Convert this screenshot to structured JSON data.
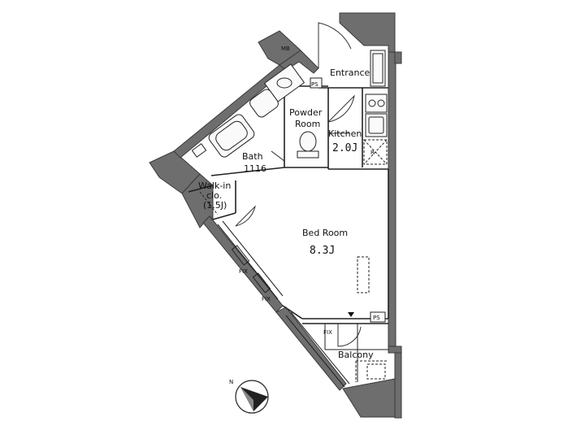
{
  "rooms": {
    "entrance": {
      "name": "Entrance"
    },
    "powder": {
      "name_line1": "Powder",
      "name_line2": "Room"
    },
    "kitchen": {
      "name": "Kitchen",
      "size": "2.0J"
    },
    "bath": {
      "name": "Bath",
      "size": "1116"
    },
    "walkin": {
      "name_line1": "Walk-in",
      "name_line2": "clo.",
      "size": "(1.5J)"
    },
    "bedroom": {
      "name": "Bed Room",
      "size": "8.3J"
    },
    "balcony": {
      "name": "Balcony"
    }
  },
  "marks": {
    "ps_top": "PS",
    "ps_bottom": "PS",
    "fix1": "FIX",
    "fix2": "FIX",
    "fix3": "FIX",
    "r_mark": "R",
    "mb_mark": "MB"
  },
  "compass": {
    "north": "N"
  },
  "colors": {
    "wall": "#6e6e6e",
    "line": "#222222"
  }
}
